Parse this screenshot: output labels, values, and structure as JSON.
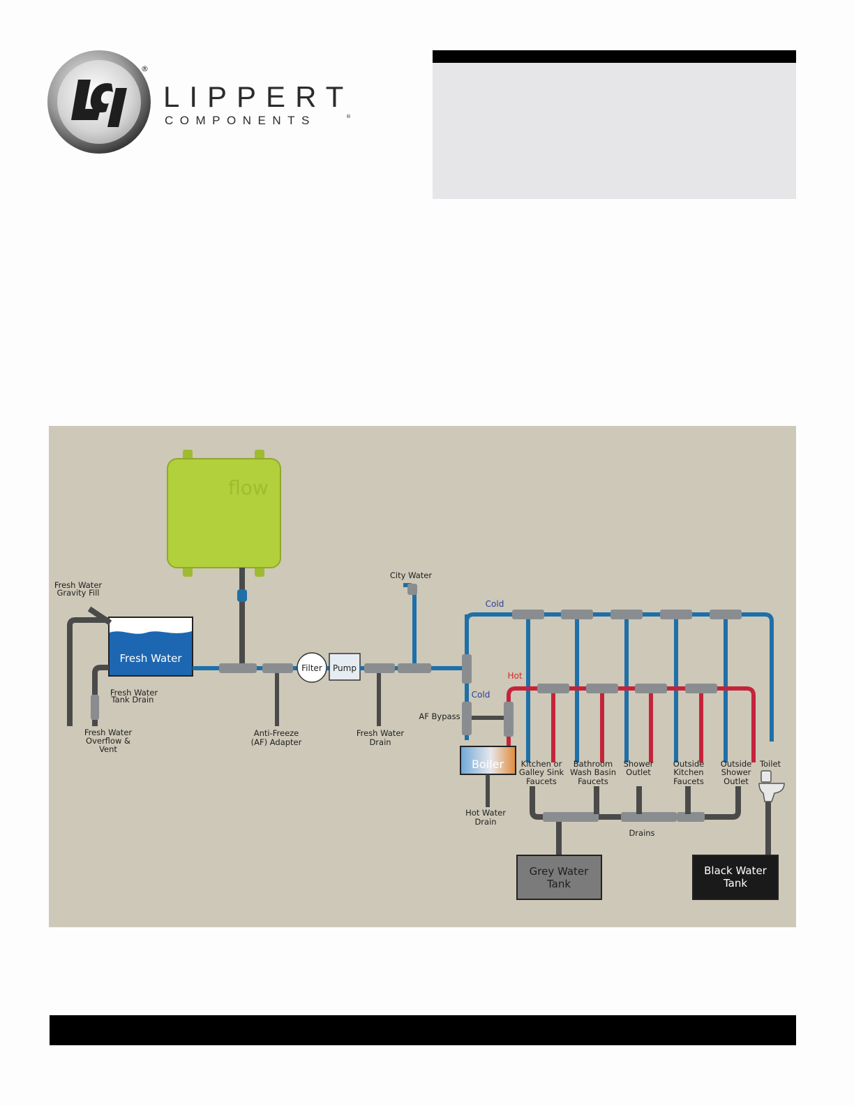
{
  "logo": {
    "name_line1": "LIPPERT",
    "name_line2": "COMPONENTS",
    "registered_mark": "®",
    "emblem_text": "LCI"
  },
  "diagram": {
    "device_brand": "flow",
    "labels": {
      "fresh_water_gravity_fill": [
        "Fresh Water",
        "Gravity Fill"
      ],
      "fresh_water_tank": "Fresh Water",
      "fresh_water_tank_drain": [
        "Fresh Water",
        "Tank Drain"
      ],
      "fresh_water_overflow_vent": [
        "Fresh Water",
        "Overflow &",
        "Vent"
      ],
      "anti_freeze_adapter": [
        "Anti-Freeze",
        "(AF) Adapter"
      ],
      "filter": "Filter",
      "pump": "Pump",
      "fresh_water_drain": [
        "Fresh Water",
        "Drain"
      ],
      "city_water": "City Water",
      "cold_top": "Cold",
      "hot": "Hot",
      "cold_side": "Cold",
      "af_bypass": "AF Bypass",
      "boiler": "Boiler",
      "hot_water_drain": [
        "Hot Water",
        "Drain"
      ],
      "kitchen": [
        "Kitchen or",
        "Galley Sink",
        "Faucets"
      ],
      "bathroom": [
        "Bathroom",
        "Wash Basin",
        "Faucets"
      ],
      "shower": [
        "Shower",
        "Outlet"
      ],
      "outside_kitchen": [
        "Outside",
        "Kitchen",
        "Faucets"
      ],
      "outside_shower": [
        "Outside",
        "Shower",
        "Outlet"
      ],
      "toilet": "Toilet",
      "drains": "Drains",
      "grey_tank": [
        "Grey Water",
        "Tank"
      ],
      "black_tank": [
        "Black Water",
        "Tank"
      ]
    },
    "colors": {
      "background": "#cdc8b8",
      "cold_pipe": "#1f6fa8",
      "hot_pipe": "#c4243a",
      "drain_pipe": "#4a4a4a",
      "fitting": "#8a8d90",
      "device": "#b2cf3c",
      "fresh_water": "#1d67b2",
      "grey_tank": "#7b7b7b",
      "black_tank": "#1a1a1a",
      "cold_text": "#2a3f9a",
      "hot_text": "#d42a2a"
    }
  }
}
